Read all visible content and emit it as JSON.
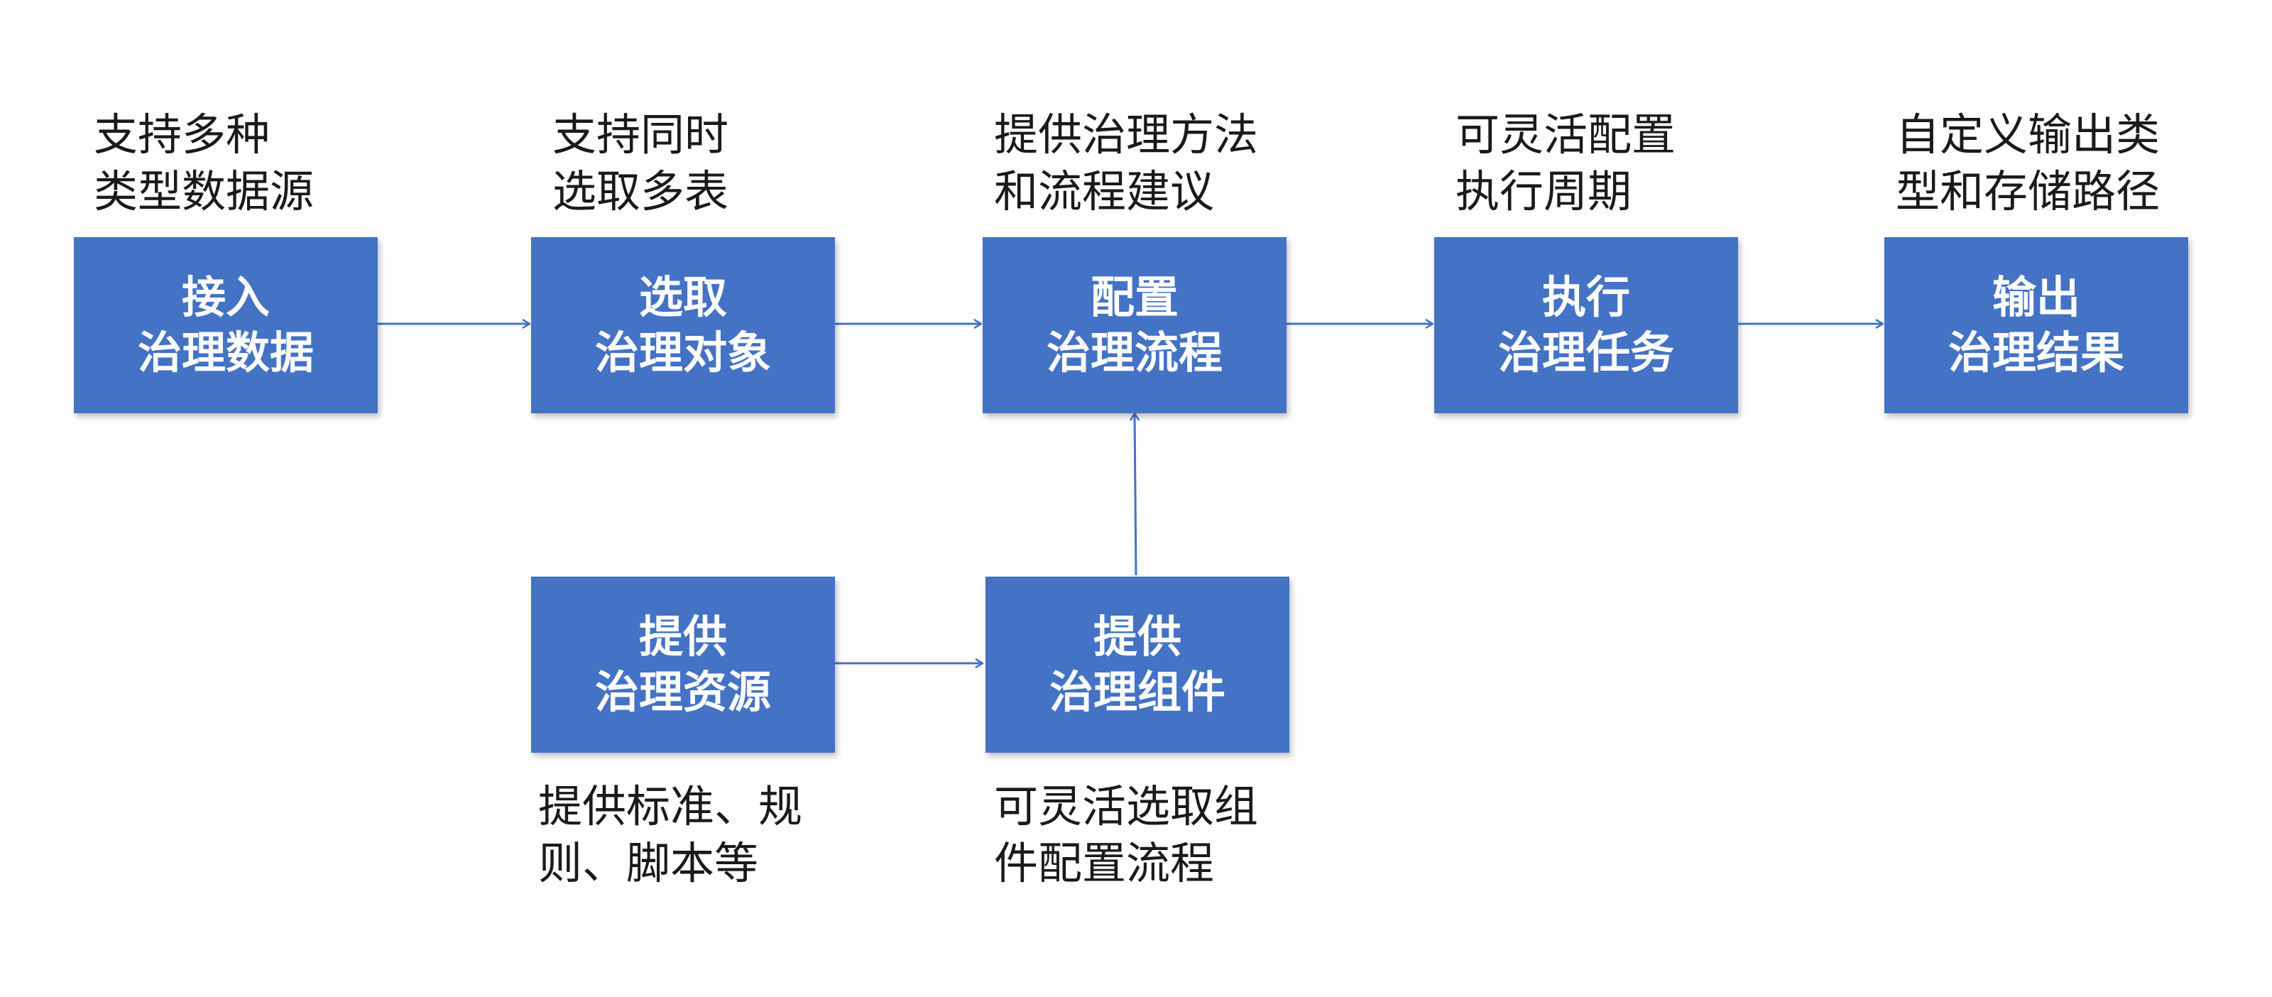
{
  "nodes": [
    {
      "id": "ingest",
      "line1": "接入",
      "line2": "治理数据"
    },
    {
      "id": "select",
      "line1": "选取",
      "line2": "治理对象"
    },
    {
      "id": "configure",
      "line1": "配置",
      "line2": "治理流程"
    },
    {
      "id": "execute",
      "line1": "执行",
      "line2": "治理任务"
    },
    {
      "id": "output",
      "line1": "输出",
      "line2": "治理结果"
    },
    {
      "id": "resources",
      "line1": "提供",
      "line2": "治理资源"
    },
    {
      "id": "components",
      "line1": "提供",
      "line2": "治理组件"
    }
  ],
  "notes": {
    "ingest": [
      "支持多种",
      "类型数据源"
    ],
    "select": [
      "支持同时",
      "选取多表"
    ],
    "configure": [
      "提供治理方法",
      "和流程建议"
    ],
    "execute": [
      "可灵活配置",
      "执行周期"
    ],
    "output": [
      "自定义输出类",
      "型和存储路径"
    ],
    "resources": [
      "提供标准、规",
      "则、脚本等"
    ],
    "components": [
      "可灵活选取组",
      "件配置流程"
    ]
  },
  "colors": {
    "box_fill": "#4472c4",
    "box_text": "#ffffff",
    "arrow": "#4472c4",
    "note_text": "#1a1a1a"
  },
  "edges": [
    {
      "from": "ingest",
      "to": "select"
    },
    {
      "from": "select",
      "to": "configure"
    },
    {
      "from": "configure",
      "to": "execute"
    },
    {
      "from": "execute",
      "to": "output"
    },
    {
      "from": "resources",
      "to": "components"
    },
    {
      "from": "components",
      "to": "configure"
    }
  ]
}
